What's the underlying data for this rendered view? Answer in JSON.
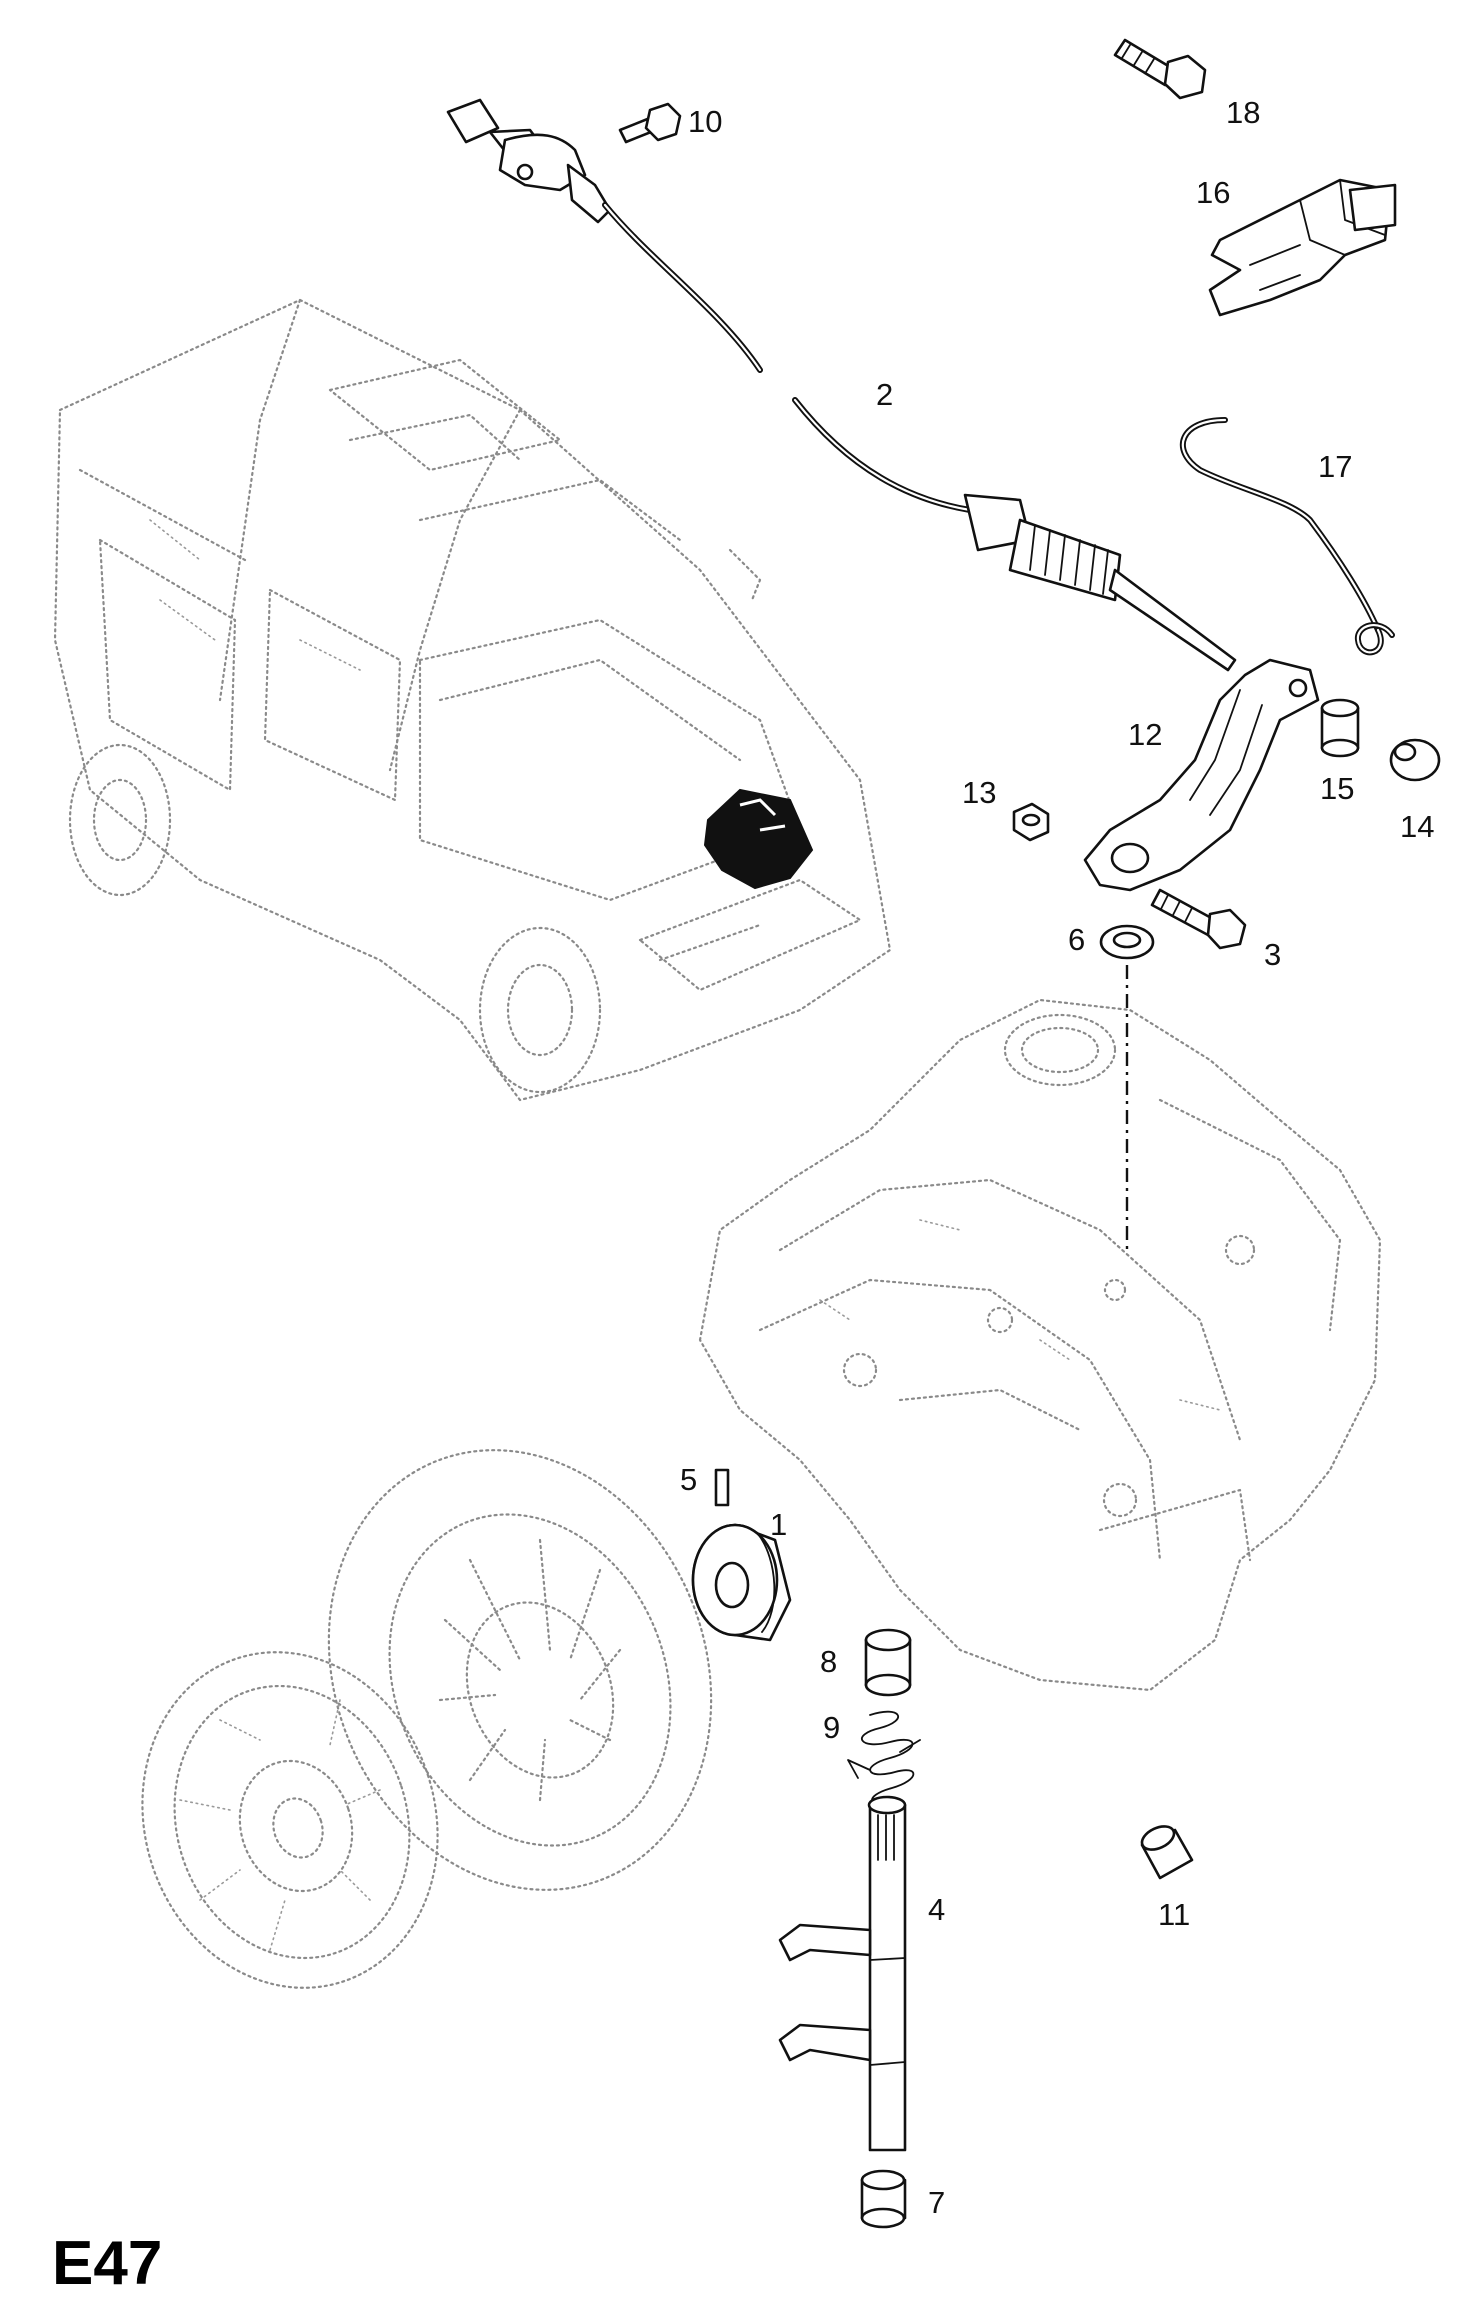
{
  "page_code": "E47",
  "callouts": {
    "c1": "1",
    "c2": "2",
    "c3": "3",
    "c4": "4",
    "c5": "5",
    "c6": "6",
    "c7": "7",
    "c8": "8",
    "c9": "9",
    "c10": "10",
    "c11": "11",
    "c12": "12",
    "c13": "13",
    "c14": "14",
    "c15": "15",
    "c16": "16",
    "c17": "17",
    "c18": "18"
  }
}
